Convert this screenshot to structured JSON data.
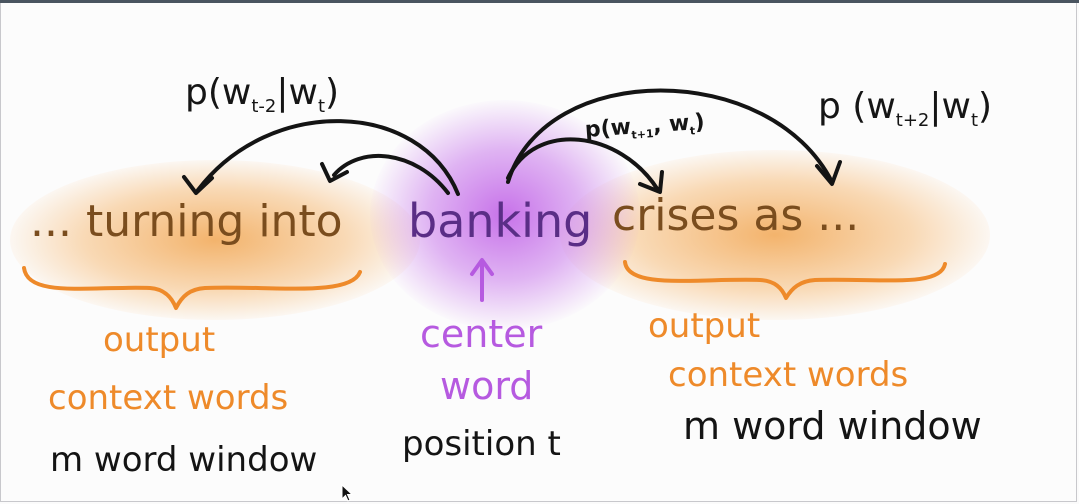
{
  "formulas": {
    "left": {
      "p": "p(w",
      "sub": "t-2",
      "rest": "|w",
      "sub2": "t",
      "close": ")"
    },
    "middle": {
      "p": "p(w",
      "sub": "t+1",
      "rest": ", w",
      "sub2": "t",
      "close": ")"
    },
    "right": {
      "p": "p (w",
      "sub": "t+2",
      "rest": "|w",
      "sub2": "t",
      "close": ")"
    }
  },
  "sentence": {
    "left": "... turning into",
    "center": "banking",
    "right": "crises as ..."
  },
  "labels": {
    "output_left_line1": "output",
    "output_left_line2": "context words",
    "center_line1": "center",
    "center_line2": "word",
    "output_right_line1": "output",
    "output_right_line2": "context words",
    "window_left": "m word window",
    "position": "position t",
    "window_right": "m word window"
  },
  "colors": {
    "context_text": "#7a4d1e",
    "center_text": "#5a2e86",
    "orange_label": "#ee8a2a",
    "purple_label": "#b65ae0",
    "ink": "#141414",
    "orange_glow": "#f09b3c",
    "purple_glow": "#be5ae6"
  }
}
